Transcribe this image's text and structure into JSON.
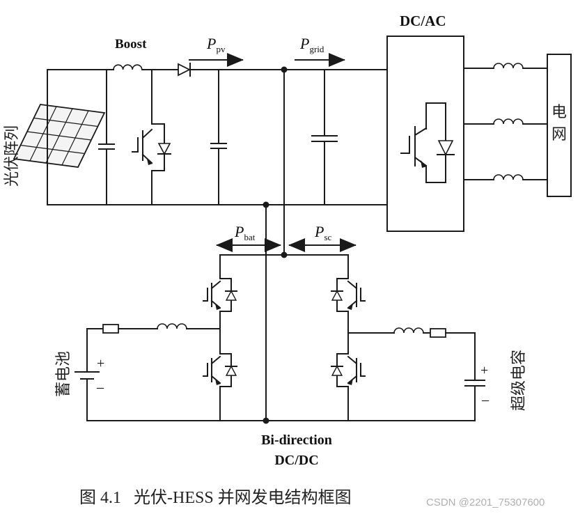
{
  "labels": {
    "boost": "Boost",
    "dcac": "DC/AC",
    "ppv_main": "P",
    "ppv_sub": "pv",
    "pgrid_main": "P",
    "pgrid_sub": "grid",
    "pbat_main": "P",
    "pbat_sub": "bat",
    "psc_main": "P",
    "psc_sub": "sc",
    "pv_array": "光伏阵列",
    "grid_1": "电",
    "grid_2": "网",
    "battery": "蓄电池",
    "supercap": "超级电容",
    "bidir_1": "Bi-direction",
    "bidir_2": "DC/DC",
    "plus": "+",
    "minus": "–"
  },
  "caption": "图 4.1   光伏-HESS 并网发电结构框图",
  "watermark": "CSDN @2201_75307600"
}
